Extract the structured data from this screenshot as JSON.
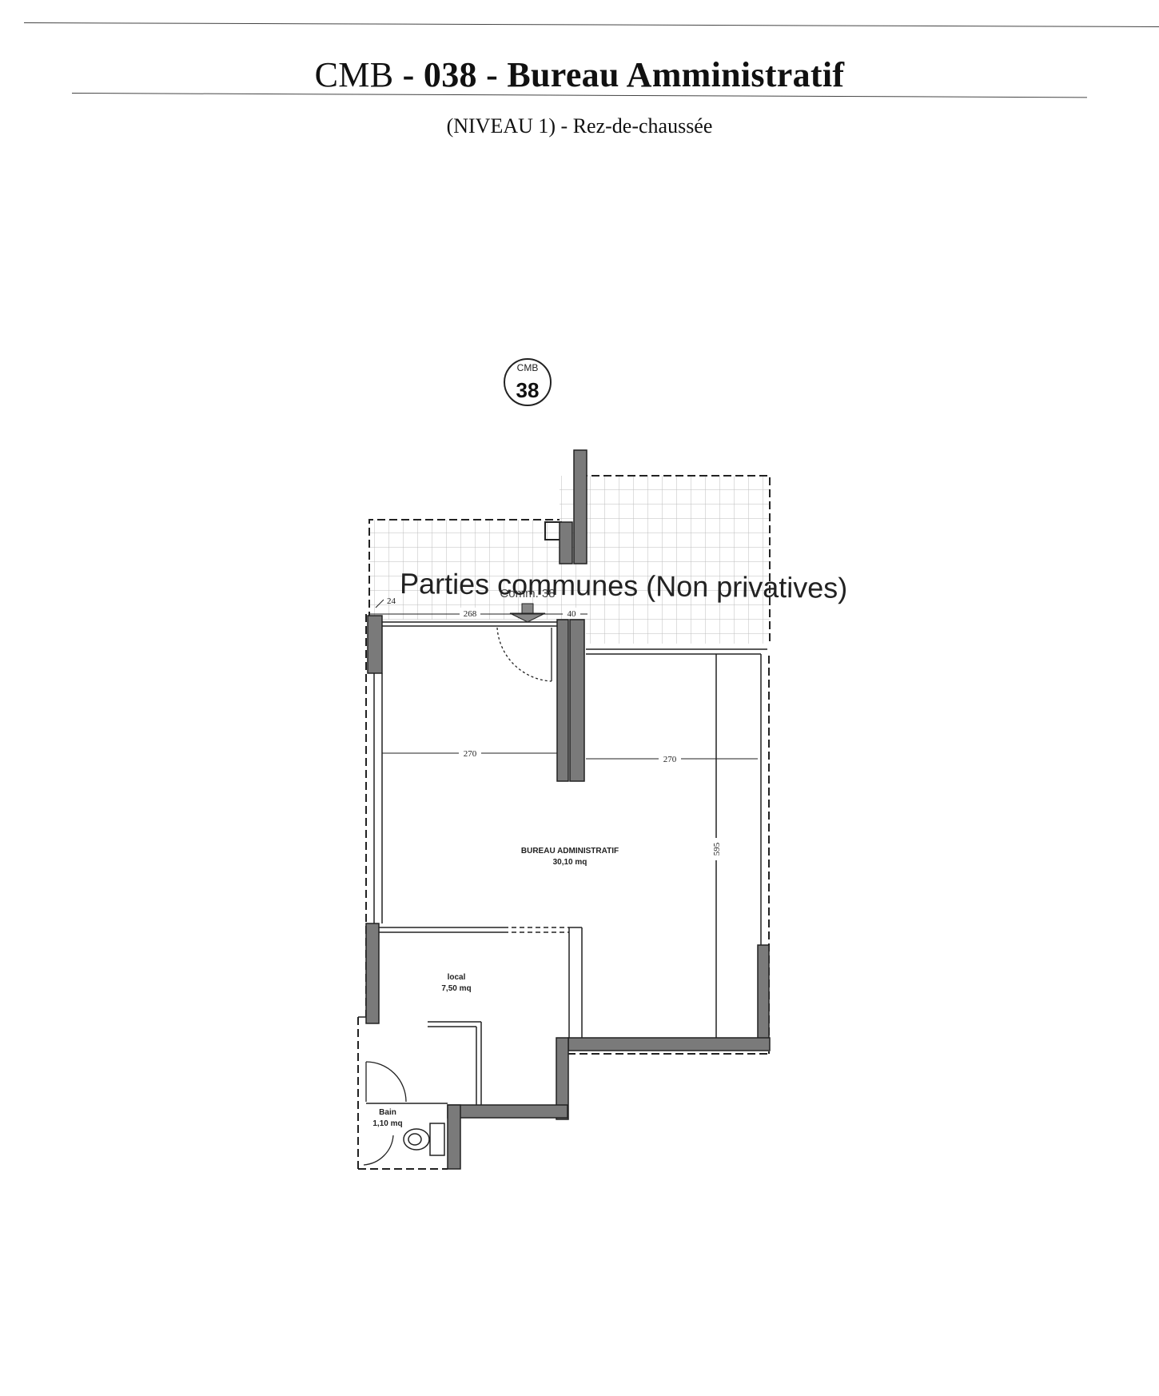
{
  "header": {
    "code": "CMB",
    "number": "038",
    "name": "Bureau Amministratif",
    "separator": " - ",
    "subtitle": "(NIVEAU 1) - Rez-de-chaussée"
  },
  "marker": {
    "prefix": "CMB",
    "number": "38"
  },
  "plan": {
    "common_area_label": "Parties communes (Non privatives)",
    "entrance_label": "Comm. 38",
    "rooms": [
      {
        "name": "BUREAU ADMINISTRATIF",
        "area": "30,10 mq"
      },
      {
        "name": "local",
        "area": "7,50 mq"
      },
      {
        "name": "Bain",
        "area": "1,10 mq"
      }
    ],
    "dimensions": {
      "wall_left": "24",
      "entrance_width": "268",
      "pillar_width": "40",
      "left_room_width": "270",
      "right_room_width": "270",
      "room_depth": "595"
    }
  },
  "colors": {
    "wall_fill": "#7a7a7a",
    "line": "#1a1a1a",
    "grid": "#bdbdbd",
    "common_area_text": "#222222"
  }
}
